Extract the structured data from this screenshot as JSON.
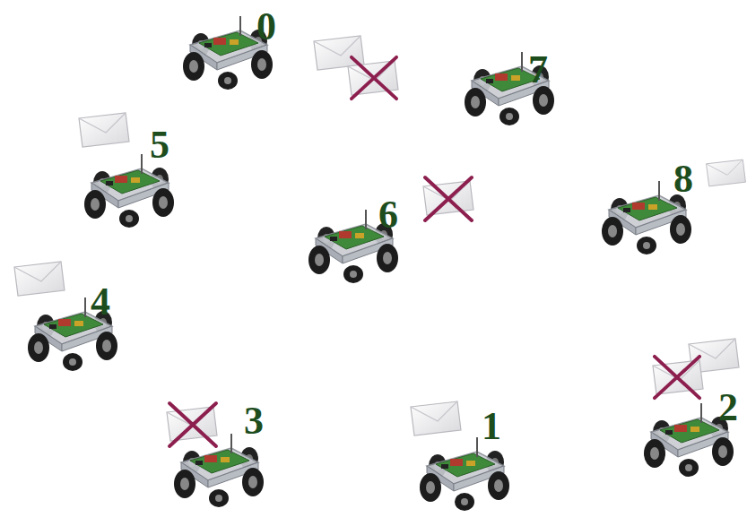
{
  "diagram": {
    "labels": [
      "0",
      "7",
      "5",
      "6",
      "8",
      "4",
      "3",
      "1",
      "2"
    ]
  }
}
